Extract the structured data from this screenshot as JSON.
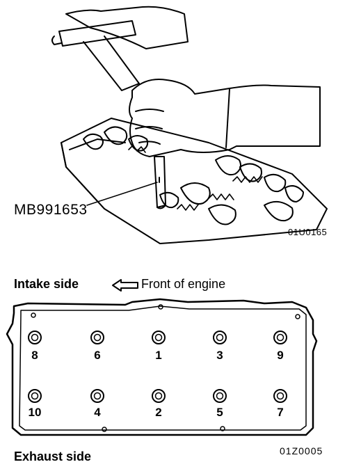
{
  "labels": {
    "tool": "MB991653",
    "top_code": "01U0165",
    "intake_side": "Intake side",
    "front_of_engine": "Front of engine",
    "exhaust_side": "Exhaust side",
    "bottom_code": "01Z0005"
  },
  "bolts": {
    "top_row": [
      "8",
      "6",
      "1",
      "3",
      "9"
    ],
    "bottom_row": [
      "10",
      "4",
      "2",
      "5",
      "7"
    ]
  }
}
